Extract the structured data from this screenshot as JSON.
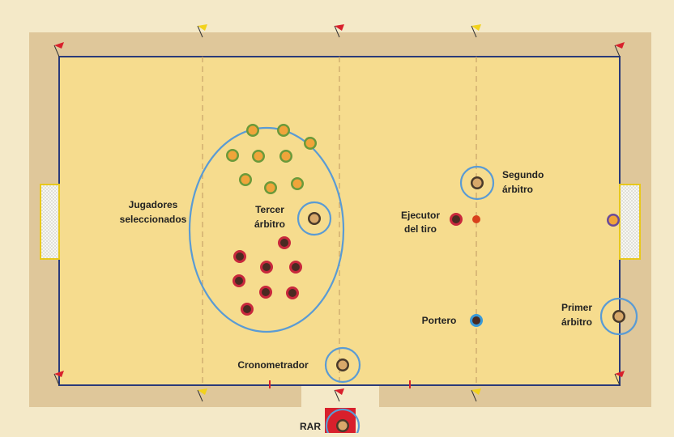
{
  "labels": {
    "selected_players_line1": "Jugadores",
    "selected_players_line2": "seleccionados",
    "third_ref_line1": "Tercer",
    "third_ref_line2": "árbitro",
    "second_ref_line1": "Segundo",
    "second_ref_line2": "árbitro",
    "kicker_line1": "Ejecutor",
    "kicker_line2": "del tiro",
    "goalkeeper": "Portero",
    "first_ref_line1": "Primer",
    "first_ref_line2": "árbitro",
    "timekeeper": "Cronometrador",
    "rar": "RAR"
  },
  "colors": {
    "background": "#f4e9c8",
    "surround": "#dfc79a",
    "pitch": "#f6dc8e",
    "line": "#2a3a7a",
    "highlight": "#5a9bd4",
    "team_a": "#f0a43a",
    "team_a_accent": "#6a9a3a",
    "team_b": "#c8283c",
    "flag_red": "#d8202c",
    "flag_yellow": "#f2d21c",
    "ball": "#d8401c"
  }
}
